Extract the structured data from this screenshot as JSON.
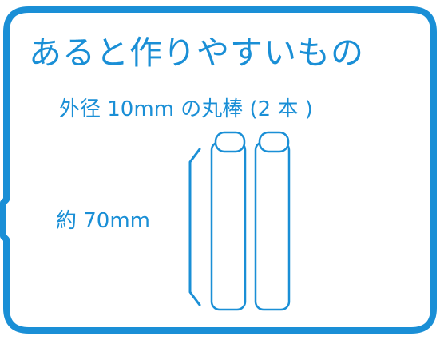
{
  "title": "あると作りやすいもの",
  "subtitle": "外径 10mm の丸棒 (2 本 )",
  "length_label": "約 70mm",
  "colors": {
    "accent": "#1a8fd6",
    "background": "#ffffff"
  },
  "icons": [
    "round-rod-icon",
    "dimension-bracket-icon"
  ]
}
